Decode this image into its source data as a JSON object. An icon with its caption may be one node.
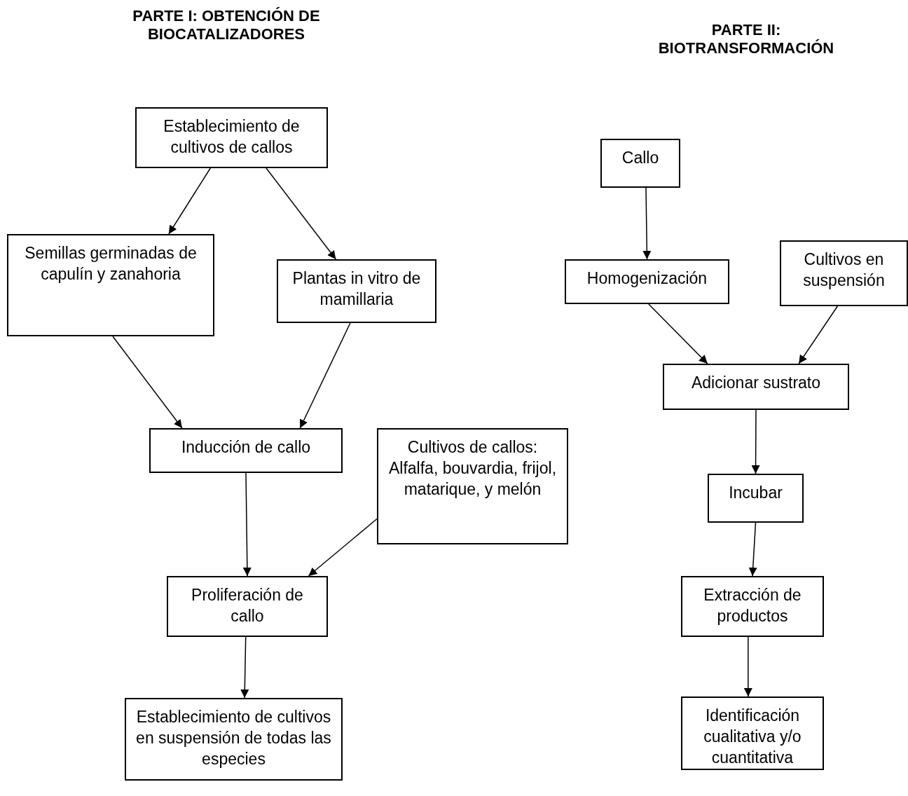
{
  "diagram": {
    "nodes": [
      {
        "text": [
          "Establecimiento de cultivos de callos"
        ]
      },
      {
        "text": [
          "Semillas germinadas de capulín y zanahoria"
        ]
      },
      {
        "text": [
          "Plantas in vitro de mamillaria"
        ]
      },
      {
        "text": [
          "Inducción de callo"
        ]
      },
      {
        "text": [
          "Cultivos de callos: Alfalfa, bouvardia, frijol, matarique, y melón"
        ]
      },
      {
        "text": [
          "Proliferación de callo"
        ]
      },
      {
        "text": [
          "Establecimiento de cultivos en suspensión de todas las especies"
        ]
      },
      {
        "text": [
          "Callo"
        ]
      },
      {
        "text": [
          "Homogenización"
        ]
      },
      {
        "text": [
          "Cultivos en suspensión"
        ]
      },
      {
        "text": [
          "Adicionar sustrato"
        ]
      },
      {
        "text": [
          "Incubar"
        ]
      },
      {
        "text": [
          "Extracción de productos"
        ]
      },
      {
        "text": [
          "Identificación cualitativa y/o cuantitativa"
        ]
      }
    ],
    "edges": [
      {
        "from": 0,
        "to": 1,
        "arrow": "to"
      },
      {
        "from": 0,
        "to": 2,
        "arrow": "to"
      },
      {
        "from": 1,
        "to": 3,
        "arrow": "to"
      },
      {
        "from": 2,
        "to": 3,
        "arrow": "to"
      },
      {
        "from": 3,
        "to": 5,
        "arrow": "to"
      },
      {
        "from": 4,
        "to": 5,
        "arrow": "to"
      },
      {
        "from": 5,
        "to": 6,
        "arrow": "to"
      },
      {
        "from": 7,
        "to": 8,
        "arrow": "to"
      },
      {
        "from": 8,
        "to": 10,
        "arrow": "to"
      },
      {
        "from": 9,
        "to": 10,
        "arrow": "to"
      },
      {
        "from": 10,
        "to": 11,
        "arrow": "to"
      },
      {
        "from": 11,
        "to": 12,
        "arrow": "to"
      },
      {
        "from": 12,
        "to": 13,
        "arrow": "to"
      }
    ],
    "labels": [
      "PARTE I: OBTENCIÓN DE BIOCATALIZADORES",
      "PARTE II: BIOTRANSFORMACIÓN"
    ]
  }
}
